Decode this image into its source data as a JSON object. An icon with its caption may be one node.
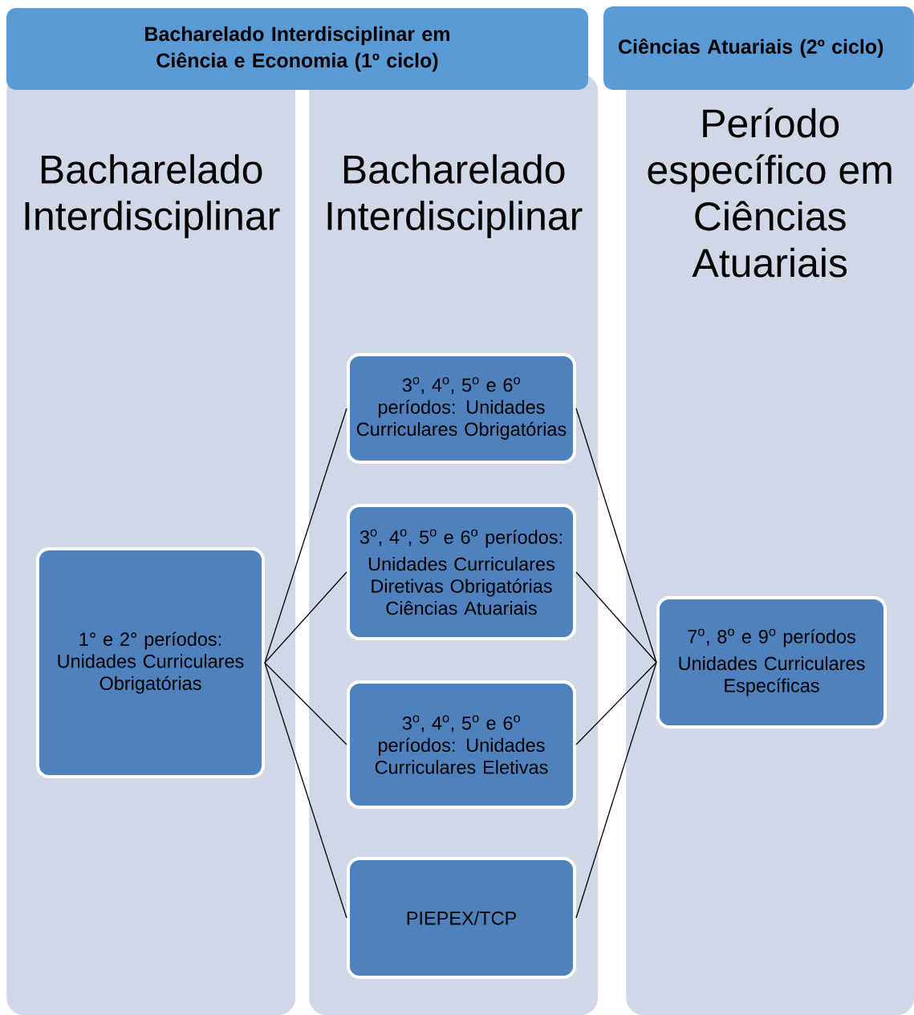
{
  "diagram": {
    "nodes": [
      {
        "text": [
          "Bacharelado Interdisciplinar em Ciência e Economia (1º ciclo)"
        ]
      },
      {
        "text": [
          "Ciências Atuariais (2º ciclo)"
        ]
      },
      {
        "text": [
          "Bacharelado Interdisciplinar"
        ]
      },
      {
        "text": [
          "Bacharelado Interdisciplinar"
        ]
      },
      {
        "text": [
          "Período específico em Ciências Atuariais"
        ]
      },
      {
        "text": [
          "1° e 2° períodos: Unidades Curriculares Obrigatórias"
        ],
        "in": 2
      },
      {
        "text": [
          "3$^{o}$, 4$^{o}$, 5$^{o}$ e 6$^{o}$ períodos: Unidades Curriculares Obrigatórias"
        ],
        "in": 3
      },
      {
        "text": [
          "3$^{o}$, 4$^{o}$, 5$^{o}$ e 6$^{o}$ períodos:",
          "Unidades Curriculares Diretivas Obrigatórias Ciências Atuariais"
        ],
        "in": 3
      },
      {
        "text": [
          "3$^{o}$, 4$^{o}$, 5$^{o}$ e 6$^{o}$ períodos: Unidades Curriculares Eletivas"
        ],
        "in": 3
      },
      {
        "text": [
          "PIEPEX/TCP"
        ],
        "in": 3
      },
      {
        "text": [
          "7$^{o}$, 8$^{o}$ e 9$^{o}$ períodos",
          "Unidades Curriculares Específicas"
        ],
        "in": 4
      }
    ],
    "edges": [
      {
        "from": 5,
        "to": 6,
        "arrow": "none"
      },
      {
        "from": 5,
        "to": 7,
        "arrow": "none"
      },
      {
        "from": 5,
        "to": 8,
        "arrow": "none"
      },
      {
        "from": 5,
        "to": 9,
        "arrow": "none"
      },
      {
        "from": 6,
        "to": 10,
        "arrow": "none"
      },
      {
        "from": 7,
        "to": 10,
        "arrow": "none"
      },
      {
        "from": 8,
        "to": 10,
        "arrow": "none"
      },
      {
        "from": 9,
        "to": 10,
        "arrow": "none"
      }
    ]
  }
}
